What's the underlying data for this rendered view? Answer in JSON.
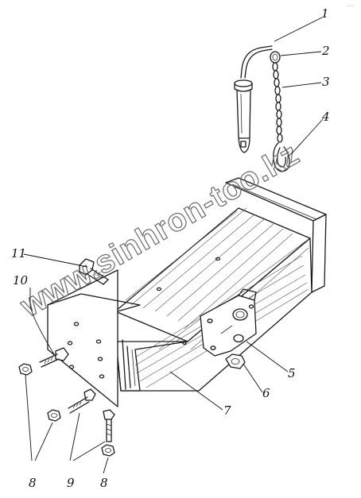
{
  "watermark": "www.sinhron-too.kz",
  "corner_mark": "_ _",
  "callouts": [
    {
      "id": "c1",
      "label": "1"
    },
    {
      "id": "c2",
      "label": "2"
    },
    {
      "id": "c3",
      "label": "3"
    },
    {
      "id": "c4",
      "label": "4"
    },
    {
      "id": "c5",
      "label": "5"
    },
    {
      "id": "c6",
      "label": "6"
    },
    {
      "id": "c7",
      "label": "7"
    },
    {
      "id": "c8a",
      "label": "8"
    },
    {
      "id": "c8b",
      "label": "8"
    },
    {
      "id": "c9",
      "label": "9"
    },
    {
      "id": "c10",
      "label": "10"
    },
    {
      "id": "c11",
      "label": "11"
    }
  ],
  "colors": {
    "line": "#1a1a1a",
    "watermark": "#6a6a6a",
    "background": "#ffffff"
  }
}
